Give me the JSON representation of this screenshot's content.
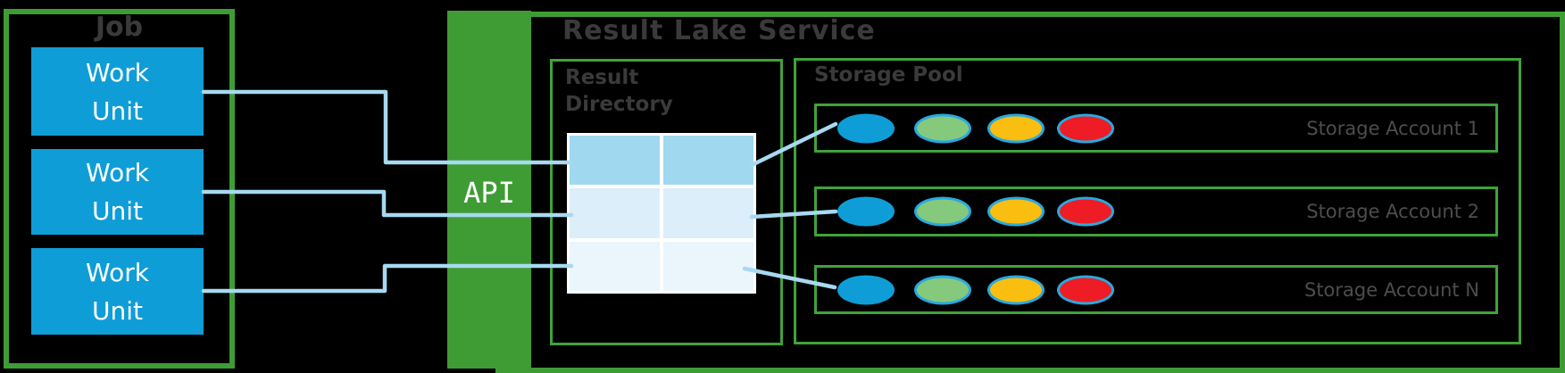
{
  "job": {
    "title": "Job",
    "work_units": [
      {
        "line1": "Work",
        "line2": "Unit"
      },
      {
        "line1": "Work",
        "line2": "Unit"
      },
      {
        "line1": "Work",
        "line2": "Unit"
      }
    ]
  },
  "api": {
    "label": "API"
  },
  "result_lake": {
    "title": "Result Lake Service"
  },
  "result_directory": {
    "title_line1": "Result",
    "title_line2": "Directory",
    "table": {
      "rows": 3,
      "cols": 2
    }
  },
  "storage_pool": {
    "title": "Storage Pool",
    "accounts": [
      {
        "label": "Storage Account 1",
        "disks": [
          "blue",
          "green",
          "yellow",
          "red"
        ]
      },
      {
        "label": "Storage Account 2",
        "disks": [
          "blue",
          "green",
          "yellow",
          "red"
        ]
      },
      {
        "label": "Storage Account N",
        "disks": [
          "blue",
          "green",
          "yellow",
          "red"
        ]
      }
    ]
  },
  "colors": {
    "bg": "#000000",
    "green_dark": "#3F9C35",
    "green_line": "#3FA339",
    "blue": "#0F9DD7",
    "line_blue": "#A7D9F1",
    "row1": "#9FD8EF",
    "row2": "#DCEEF9",
    "row3": "#EAF5FC",
    "disk_green": "#85C97D",
    "disk_yellow": "#F9BE0F",
    "disk_red": "#EE1C25",
    "disk_border": "#29A9DF",
    "title_gray": "#3A3A3A",
    "label_gray": "#4D4D4D"
  }
}
